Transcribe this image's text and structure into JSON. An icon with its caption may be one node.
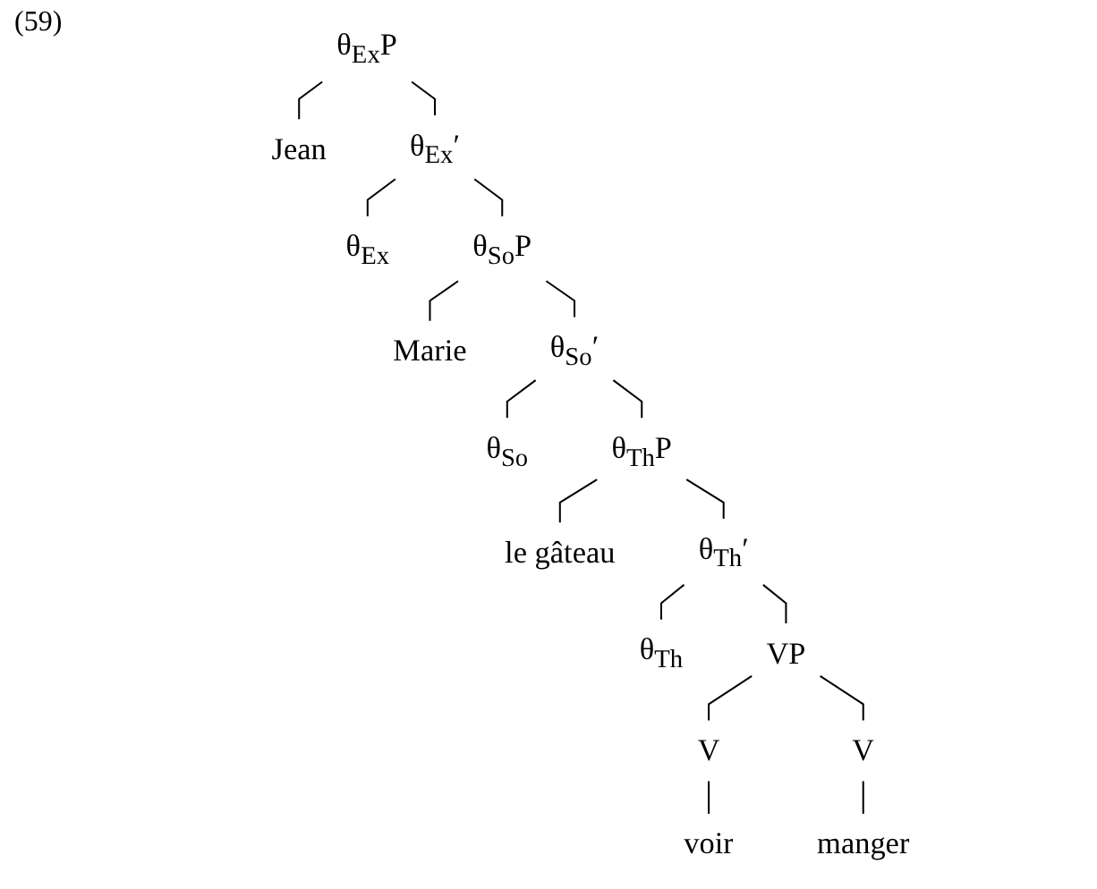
{
  "diagram": {
    "nodes": [
      {
        "text": [
          "θ$_{Ex}$P"
        ]
      },
      {
        "text": [
          "Jean"
        ]
      },
      {
        "text": [
          "θ$_{Ex}$′"
        ]
      },
      {
        "text": [
          "θ$_{Ex}$"
        ]
      },
      {
        "text": [
          "θ$_{So}$P"
        ]
      },
      {
        "text": [
          "Marie"
        ]
      },
      {
        "text": [
          "θ$_{So}$′"
        ]
      },
      {
        "text": [
          "θ$_{So}$"
        ]
      },
      {
        "text": [
          "θ$_{Th}$P"
        ]
      },
      {
        "text": [
          "le gâteau"
        ]
      },
      {
        "text": [
          "θ$_{Th}$′"
        ]
      },
      {
        "text": [
          "θ$_{Th}$"
        ]
      },
      {
        "text": [
          "VP"
        ]
      },
      {
        "text": [
          "V"
        ]
      },
      {
        "text": [
          "V"
        ]
      },
      {
        "text": [
          "voir"
        ]
      },
      {
        "text": [
          "manger"
        ]
      }
    ],
    "edges": [
      {
        "from": 0,
        "to": 1,
        "arrow": "none"
      },
      {
        "from": 0,
        "to": 2,
        "arrow": "none"
      },
      {
        "from": 2,
        "to": 3,
        "arrow": "none"
      },
      {
        "from": 2,
        "to": 4,
        "arrow": "none"
      },
      {
        "from": 4,
        "to": 5,
        "arrow": "none"
      },
      {
        "from": 4,
        "to": 6,
        "arrow": "none"
      },
      {
        "from": 6,
        "to": 7,
        "arrow": "none"
      },
      {
        "from": 6,
        "to": 8,
        "arrow": "none"
      },
      {
        "from": 8,
        "to": 9,
        "arrow": "none"
      },
      {
        "from": 8,
        "to": 10,
        "arrow": "none"
      },
      {
        "from": 10,
        "to": 11,
        "arrow": "none"
      },
      {
        "from": 10,
        "to": 12,
        "arrow": "none"
      },
      {
        "from": 12,
        "to": 13,
        "arrow": "none"
      },
      {
        "from": 12,
        "to": 14,
        "arrow": "none"
      },
      {
        "from": 13,
        "to": 15,
        "arrow": "none"
      },
      {
        "from": 14,
        "to": 16,
        "arrow": "none"
      }
    ],
    "labels": [
      "(59)"
    ]
  }
}
